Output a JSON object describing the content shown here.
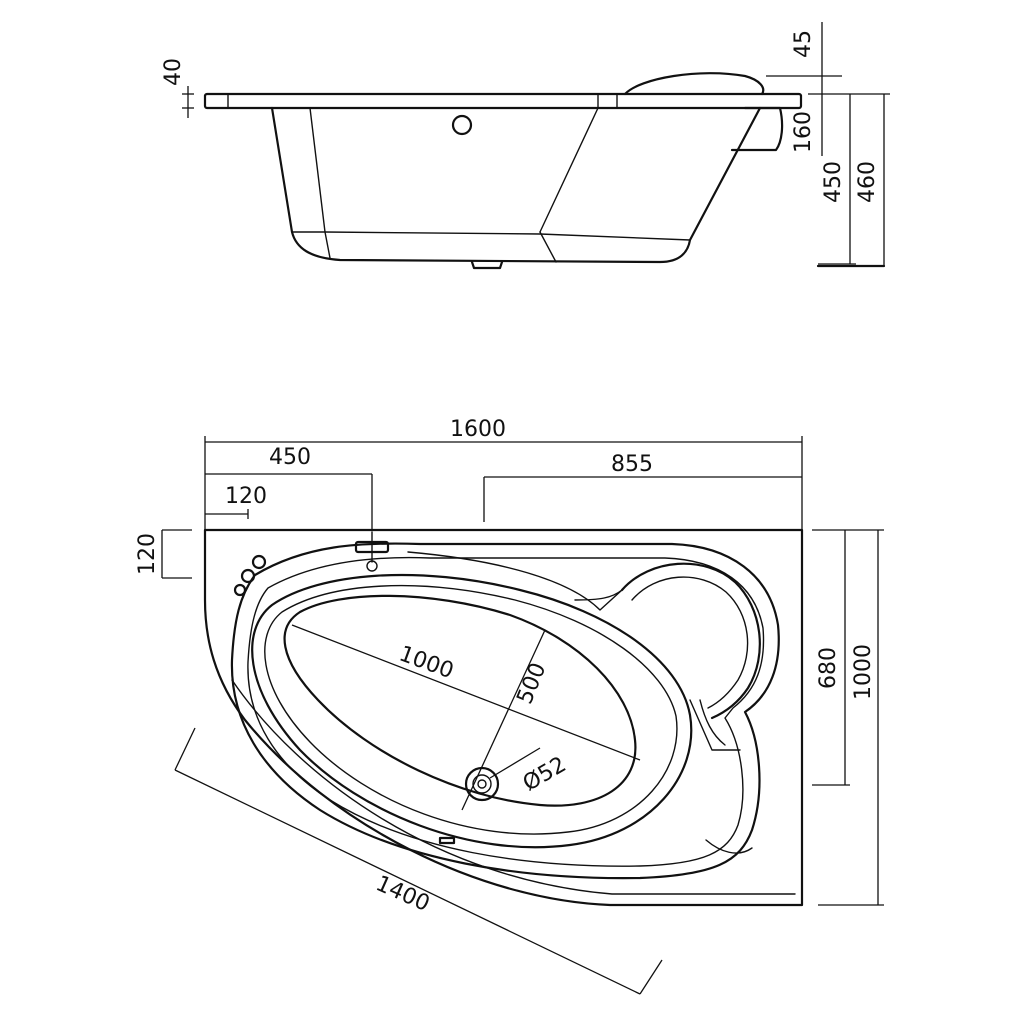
{
  "side_view": {
    "dim_rim": "40",
    "dim_headrest": "45",
    "dim_step": "160",
    "dim_inner_height": "450",
    "dim_total_height": "460"
  },
  "top_view": {
    "dim_length": "1600",
    "dim_faucet_offset": "450",
    "dim_right_segment": "855",
    "dim_small_offset": "120",
    "dim_left_small": "120",
    "dim_inner_length": "1000",
    "dim_inner_width": "500",
    "dim_drain": "Ø52",
    "dim_right_inner": "680",
    "dim_right_total": "1000",
    "dim_diagonal": "1400"
  }
}
